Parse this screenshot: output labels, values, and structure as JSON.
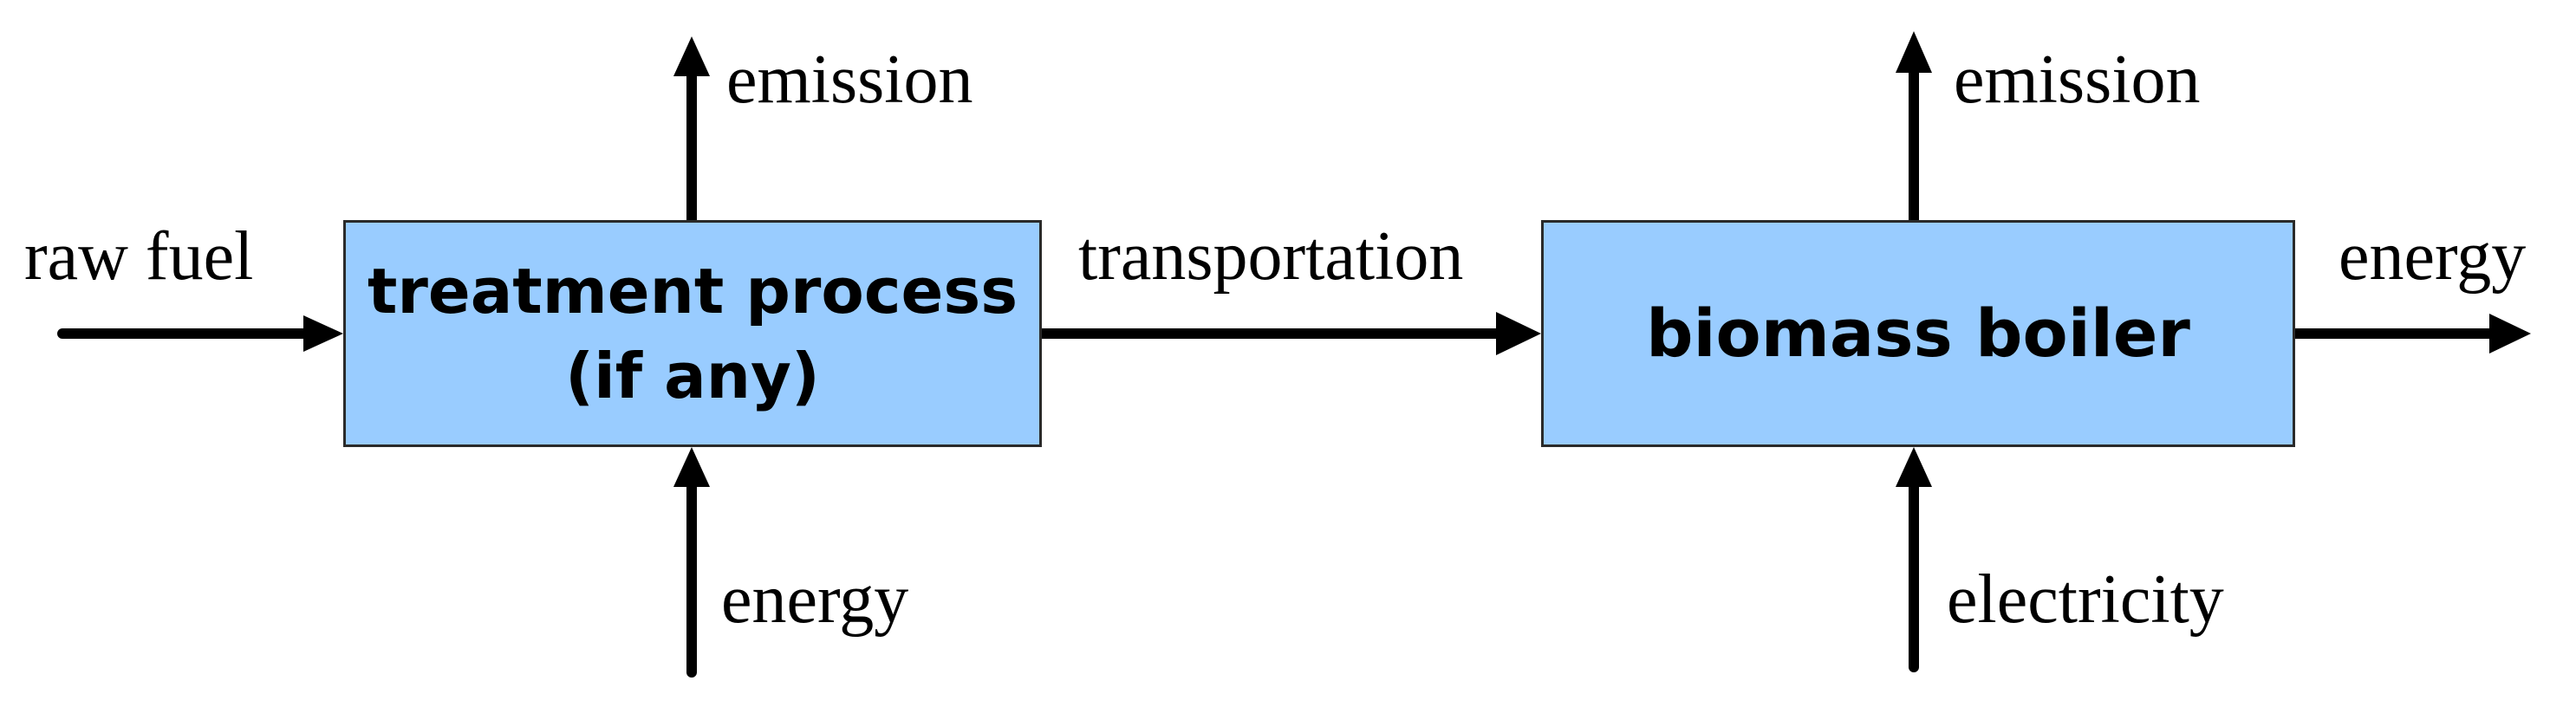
{
  "boxes": {
    "treatment": {
      "line1": "treatment process",
      "line2": "(if any)"
    },
    "boiler": {
      "line1": "biomass boiler"
    }
  },
  "labels": {
    "raw_fuel": "raw fuel",
    "emission_treatment": "emission",
    "energy_treatment": "energy",
    "transportation": "transportation",
    "emission_boiler": "emission",
    "electricity": "electricity",
    "energy_output": "energy"
  },
  "colors": {
    "box_fill": "#99ccff",
    "box_border": "#2a2a2a",
    "arrow": "#000000",
    "background": "#ffffff"
  }
}
